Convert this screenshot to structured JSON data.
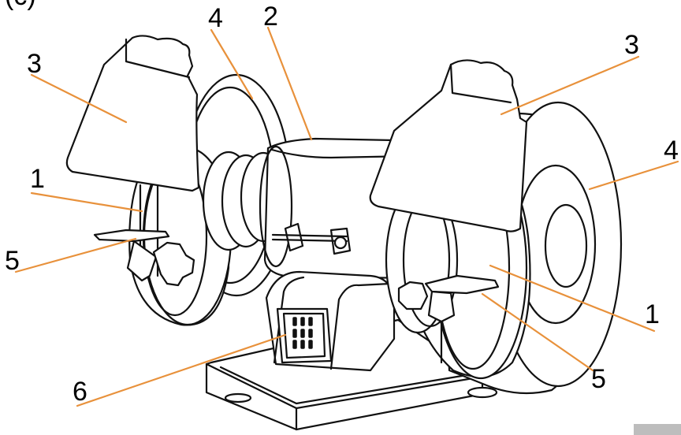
{
  "figure": {
    "panel_tag": "(c)",
    "callouts": {
      "left_wheel": "1",
      "motor_housing": "2",
      "left_eye_shield": "3",
      "left_wheel_guard": "4",
      "left_tool_rest": "5",
      "switch": "6",
      "right_wheel": "1",
      "right_eye_shield": "3",
      "right_wheel_guard": "4",
      "right_tool_rest": "5"
    }
  },
  "colors": {
    "leader": "#e8913b",
    "outline": "#111111",
    "corner_tab": "#bdbdbd"
  }
}
